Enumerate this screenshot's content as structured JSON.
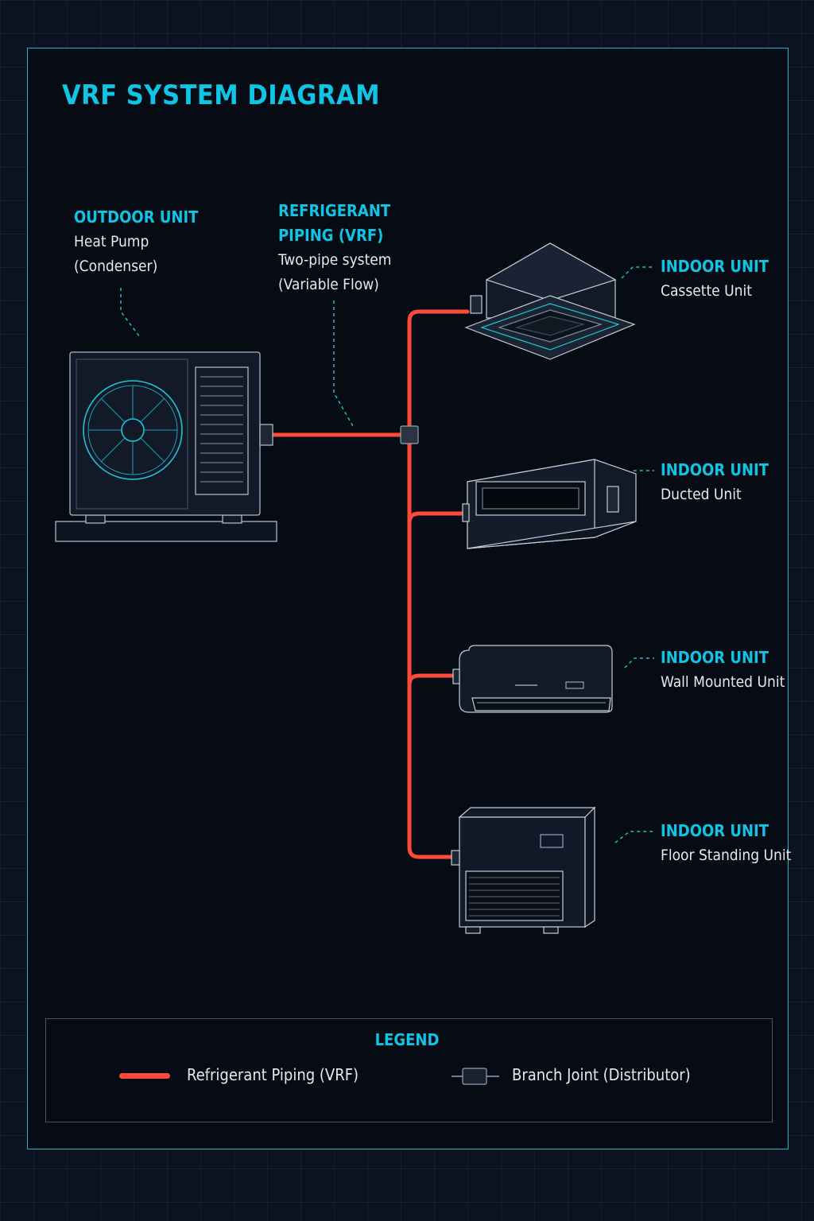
{
  "title": "VRF SYSTEM DIAGRAM",
  "outdoor_unit": {
    "heading": "OUTDOOR UNIT",
    "line1": "Heat Pump",
    "line2": "(Condenser)"
  },
  "piping": {
    "heading_line1": "REFRIGERANT",
    "heading_line2": "PIPING (VRF)",
    "line1": "Two-pipe system",
    "line2": "(Variable Flow)"
  },
  "indoor_units": [
    {
      "heading": "INDOOR UNIT",
      "name": "Cassette Unit"
    },
    {
      "heading": "INDOOR UNIT",
      "name": "Ducted Unit"
    },
    {
      "heading": "INDOOR UNIT",
      "name": "Wall Mounted Unit"
    },
    {
      "heading": "INDOOR UNIT",
      "name": "Floor Standing Unit"
    }
  ],
  "legend": {
    "title": "LEGEND",
    "items": [
      {
        "label": "Refrigerant Piping (VRF)",
        "icon": "pipe-line-icon"
      },
      {
        "label": "Branch Joint (Distributor)",
        "icon": "branch-joint-icon"
      }
    ]
  },
  "colors": {
    "accent": "#10c4e6",
    "pipe": "#ff4a3a",
    "background": "#060b14",
    "frame": "#1fb3c9",
    "text": "#e6eaef"
  }
}
